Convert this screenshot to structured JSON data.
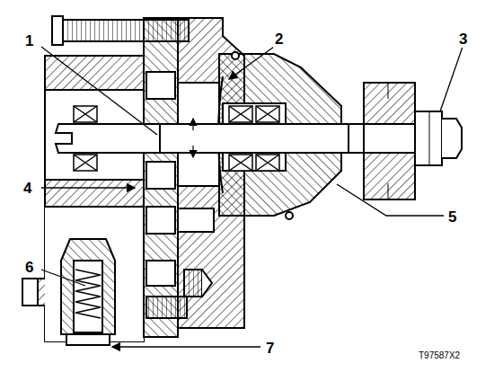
{
  "diagram": {
    "labels": [
      "1",
      "2",
      "3",
      "4",
      "5",
      "6",
      "7",
      "T97587X2"
    ]
  }
}
